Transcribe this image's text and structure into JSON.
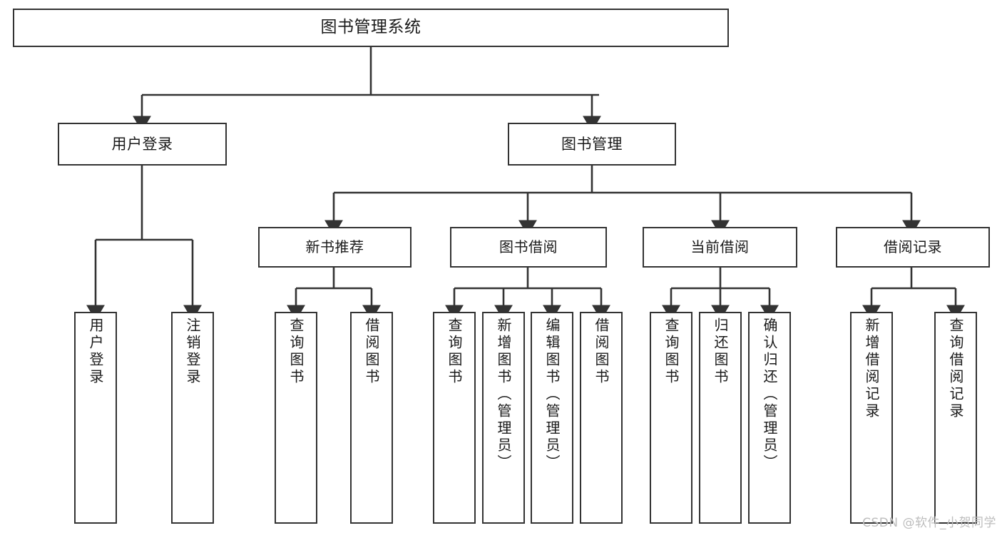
{
  "diagram": {
    "title": "图书管理系统",
    "type": "tree-hierarchy-chart",
    "background_color": "#ffffff",
    "line_color": "#333333",
    "text_color": "#1a1a1a"
  },
  "nodes": {
    "root": {
      "label": "图书管理系统"
    },
    "level2": [
      {
        "label": "用户登录"
      },
      {
        "label": "图书管理"
      }
    ],
    "level3": [
      {
        "label": "新书推荐"
      },
      {
        "label": "图书借阅"
      },
      {
        "label": "当前借阅"
      },
      {
        "label": "借阅记录"
      }
    ],
    "leaves": {
      "user_login": [
        {
          "label": "用户登录"
        },
        {
          "label": "注销登录"
        }
      ],
      "new_books": [
        {
          "label": "查询图书"
        },
        {
          "label": "借阅图书"
        }
      ],
      "book_borrow": [
        {
          "label": "查询图书"
        },
        {
          "label": "新增图书（管理员）"
        },
        {
          "label": "编辑图书（管理员）"
        },
        {
          "label": "借阅图书"
        }
      ],
      "current_borrow": [
        {
          "label": "查询图书"
        },
        {
          "label": "归还图书"
        },
        {
          "label": "确认归还（管理员）"
        }
      ],
      "borrow_records": [
        {
          "label": "新增借阅记录"
        },
        {
          "label": "查询借阅记录"
        }
      ]
    }
  },
  "watermark": {
    "text": "CSDN @软件_小贺同学"
  }
}
